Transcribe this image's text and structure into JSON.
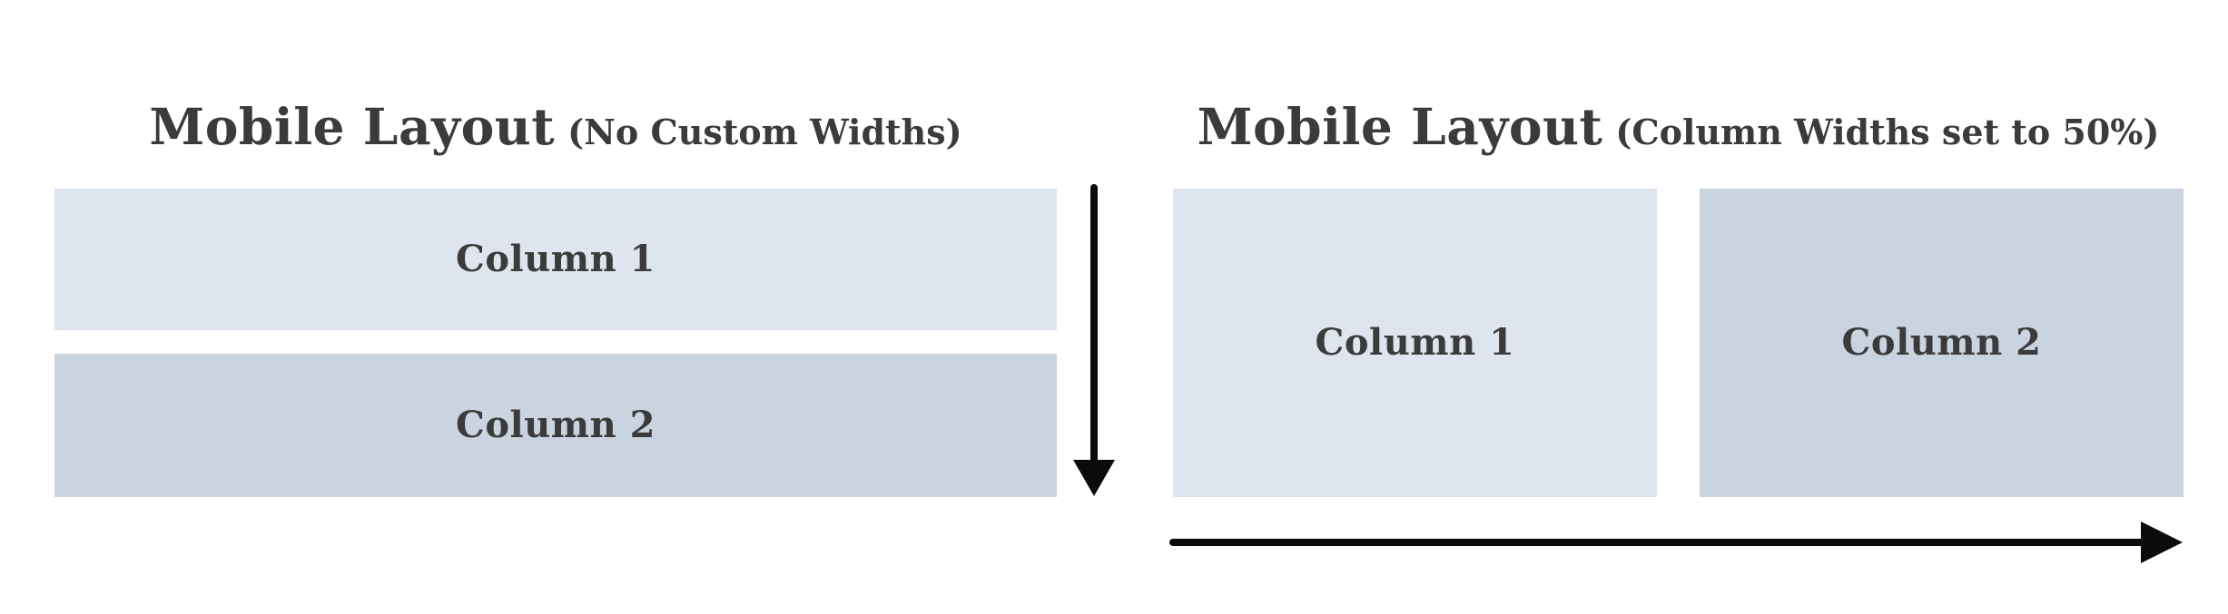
{
  "diagram": {
    "background": "#ffffff",
    "colors": {
      "column1_fill": "#dfe5ee",
      "column2_fill": "#cad3e0",
      "heading_text": "#3b3b3b",
      "label_text": "#3b3b3b",
      "arrow": "#0b0b0b"
    },
    "left_panel": {
      "title": "Mobile Layout",
      "subtitle": "(No Custom Widths)",
      "columns": [
        {
          "label": "Column 1"
        },
        {
          "label": "Column 2"
        }
      ],
      "flow_icon": "down-arrow"
    },
    "right_panel": {
      "title": "Mobile Layout",
      "subtitle": "(Column Widths set to 50%)",
      "columns": [
        {
          "label": "Column 1"
        },
        {
          "label": "Column 2"
        }
      ],
      "flow_icon": "right-arrow"
    }
  }
}
